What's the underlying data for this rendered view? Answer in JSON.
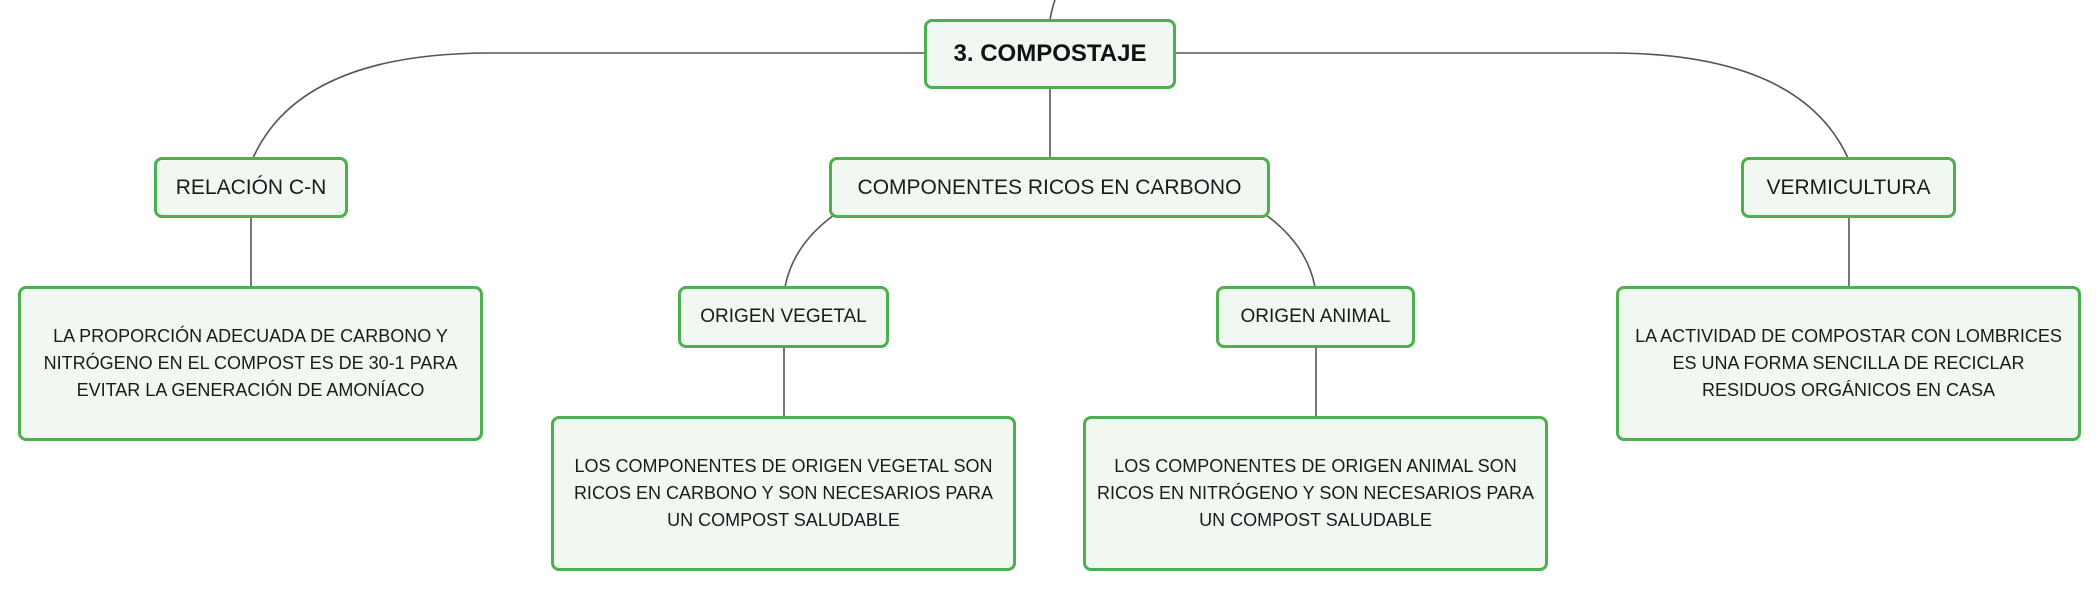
{
  "colors": {
    "node_border": "#4caf50",
    "node_fill": "#f1f8f2",
    "connector": "#555555"
  },
  "root": {
    "label": "3. COMPOSTAJE"
  },
  "relacion": {
    "label": "RELACIÓN C-N",
    "description": "LA PROPORCIÓN ADECUADA DE CARBONO Y NITRÓGENO EN EL COMPOST ES DE 30-1 PARA EVITAR LA GENERACIÓN DE AMONÍACO"
  },
  "componentes": {
    "label": "COMPONENTES RICOS EN CARBONO",
    "vegetal": {
      "label": "ORIGEN VEGETAL",
      "description": "LOS COMPONENTES DE ORIGEN VEGETAL SON RICOS EN CARBONO Y SON NECESARIOS PARA UN COMPOST SALUDABLE"
    },
    "animal": {
      "label": "ORIGEN ANIMAL",
      "description": "LOS COMPONENTES DE ORIGEN ANIMAL SON RICOS EN NITRÓGENO Y SON NECESARIOS PARA UN COMPOST SALUDABLE"
    }
  },
  "vermicultura": {
    "label": "VERMICULTURA",
    "description": "LA ACTIVIDAD DE COMPOSTAR CON LOMBRICES ES UNA FORMA SENCILLA DE RECICLAR RESIDUOS ORGÁNICOS EN CASA"
  }
}
